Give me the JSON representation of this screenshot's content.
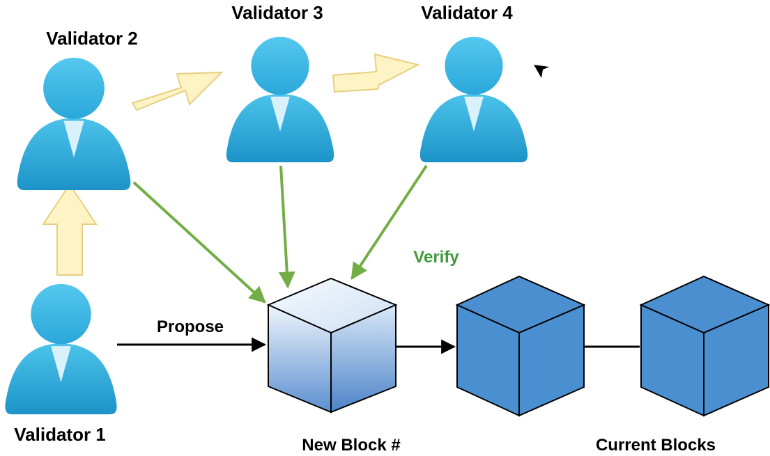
{
  "validators": [
    {
      "id": "v1",
      "label": "Validator 1"
    },
    {
      "id": "v2",
      "label": "Validator 2"
    },
    {
      "id": "v3",
      "label": "Validator 3"
    },
    {
      "id": "v4",
      "label": "Validator 4"
    }
  ],
  "actions": {
    "propose": "Propose",
    "verify": "Verify"
  },
  "blocks": {
    "new_block": "New Block #",
    "current_blocks": "Current Blocks"
  },
  "colors": {
    "person_fill": "#33b1e0",
    "person_dark": "#1a8fc4",
    "tie": "#d9f1fb",
    "order_arrow_fill": "#fdf3c4",
    "order_arrow_stroke": "#e6cf7e",
    "verify_arrow": "#72ae45",
    "verify_text": "#3f9a3a",
    "block_blue": "#4a90d0",
    "chain_line": "#000000"
  }
}
